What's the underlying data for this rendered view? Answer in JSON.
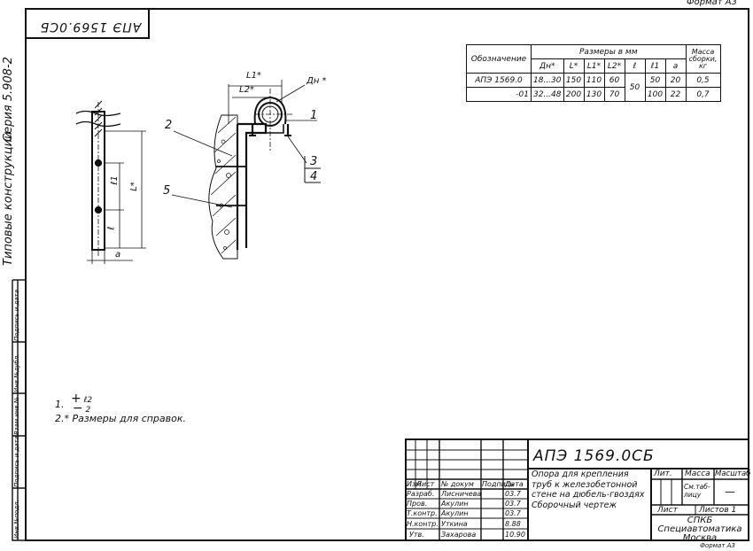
{
  "format_label": "Формат А3",
  "stamp_code_inverted": "АПЭ 1569.0СБ",
  "side_title": "Типовые конструкции",
  "side_series": "Серия 5.908-2",
  "left_strip_labels": [
    "Инв.№подл.",
    "Подпись и дата",
    "Взам.инв.№",
    "Инв.№дубл.",
    "Подпись и дата"
  ],
  "dims_table": {
    "header_designation": "Обозначение",
    "header_group": "Размеры в мм",
    "header_mass": "Масса сборки, кг",
    "columns": [
      "Дн*",
      "L*",
      "L1*",
      "L2*",
      "ℓ",
      "ℓ1",
      "a"
    ],
    "rows": [
      {
        "designation": "АПЭ 1569.0",
        "dn": "18...30",
        "L": "150",
        "L1": "110",
        "L2": "60",
        "l": "50",
        "l1": "50",
        "a": "20",
        "mass": "0,5"
      },
      {
        "designation": "-01",
        "dn": "32...48",
        "L": "200",
        "L1": "130",
        "L2": "70",
        "l": "",
        "l1": "100",
        "a": "22",
        "mass": "0,7"
      }
    ]
  },
  "drawing_labels": {
    "L1": "L1*",
    "L2": "L2*",
    "Dn": "Дн *",
    "L": "L*",
    "l1": "ℓ1",
    "l": "ℓ",
    "a": "a",
    "callouts": [
      "1",
      "2",
      "3",
      "4",
      "5"
    ]
  },
  "notes": {
    "n1_prefix": "1.",
    "n1_frac_top": "ℓ2",
    "n1_frac_bottom": "2",
    "n2": "2.* Размеры для справок."
  },
  "title_block": {
    "code": "АПЭ 1569.0СБ",
    "description": "Опора для крепления\nтруб к железобетонной\nстене на дюбель-гвоздях\nСборочный чертеж",
    "head_cols": [
      "Изм",
      "Лист",
      "№ докум",
      "Подпись",
      "Дата"
    ],
    "roles": [
      {
        "role": "Разраб.",
        "name": "Лисничева",
        "date": "03.7"
      },
      {
        "role": "Пров.",
        "name": "Акулин",
        "date": "03.7"
      },
      {
        "role": "Т.контр.",
        "name": "Акулин",
        "date": "03.7"
      },
      {
        "role": "Н.контр.",
        "name": "Уткина",
        "date": "8.88"
      },
      {
        "role": "Утв.",
        "name": "Захарова",
        "date": "10.90"
      }
    ],
    "lit_header": "Лит.",
    "mass_header": "Масса",
    "scale_header": "Масштаб",
    "mass_value": "См.таб-лицу",
    "scale_value": "—",
    "sheet_label": "Лист",
    "sheets_label": "Листов 1",
    "org": "СПКБ\nСпециавтоматика\nМосква",
    "bottom_format": "Формат А3"
  }
}
